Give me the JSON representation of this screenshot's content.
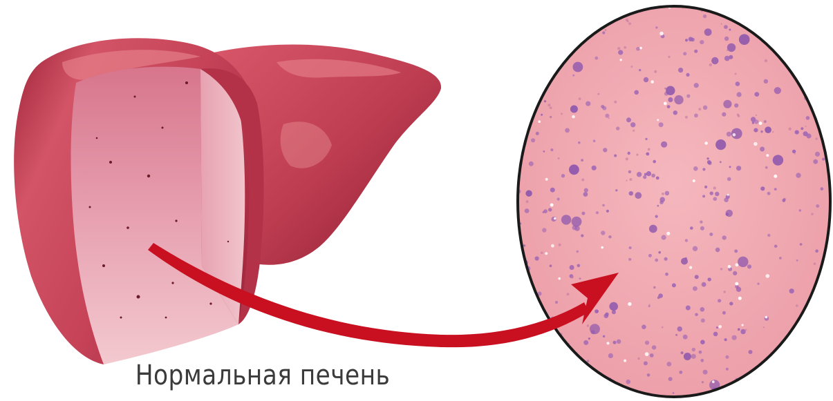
{
  "caption": "Нормальная печень",
  "colors": {
    "liver_dark": "#9c2438",
    "liver_main": "#c24256",
    "liver_cut": "#e9a8b4",
    "arrow": "#c81020",
    "tissue_bg": "#f0aab2",
    "tissue_outline": "#1a1a1a",
    "cell_nucleus": "#9a62b4"
  },
  "icons": {
    "liver": "liver-illustration",
    "magnifier": "microscope-view-circle",
    "arrow": "curved-arrow-right"
  }
}
